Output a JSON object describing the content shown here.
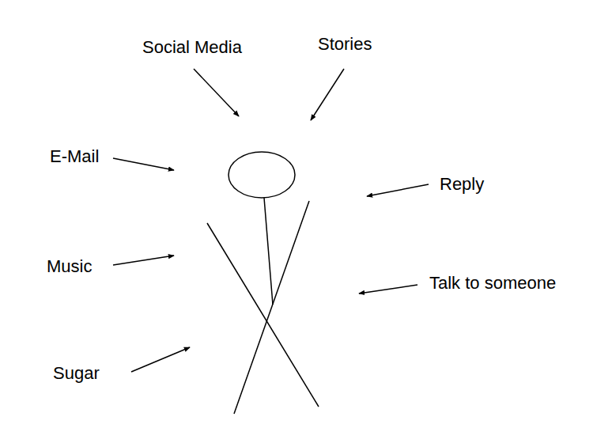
{
  "diagram": {
    "labels": [
      "Social Media",
      "Stories",
      "E-Mail",
      "Reply",
      "Music",
      "Talk to someone",
      "Sugar"
    ]
  }
}
